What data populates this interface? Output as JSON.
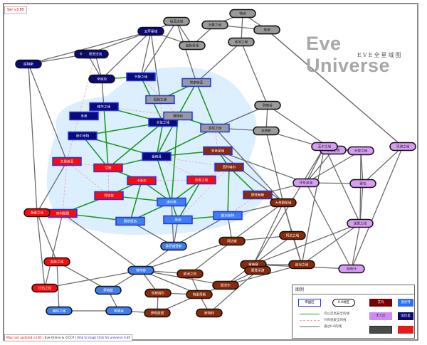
{
  "header": {
    "version_tag": "Ser v3.85",
    "title": "Eve Universe",
    "subtitle": "EVE全星域图"
  },
  "colors": {
    "highsec_area": "#dcefff",
    "navy_fill": "#0a0a78",
    "gray_fill": "#9a9a9a",
    "blue_fill": "#3f7ff0",
    "red_fill": "#ff0a0a",
    "brown_fill": "#8a2a08",
    "purple_fill": "#d89cf5",
    "empire_border": "#2233ee",
    "edge_green": "#1d9a1d",
    "edge_pink": "#f0a0a0",
    "edge_gray": "#6b6b6b"
  },
  "nodes": [
    {
      "id": "n1",
      "label": "云环星域",
      "kind": "round",
      "color": "navy"
    },
    {
      "id": "n2",
      "label": "卡尼迪星域",
      "kind": "round",
      "color": "navy"
    },
    {
      "id": "n3",
      "label": "血脉星域",
      "kind": "round",
      "color": "gray"
    },
    {
      "id": "n4",
      "label": "对舞之域",
      "kind": "round",
      "color": "gray"
    },
    {
      "id": "n5",
      "label": "钴蓝边域",
      "kind": "round",
      "color": "gray"
    },
    {
      "id": "n6",
      "label": "特纳",
      "kind": "round",
      "color": "gray"
    },
    {
      "id": "n7",
      "label": "外环",
      "kind": "round",
      "color": "gray"
    },
    {
      "id": "n8",
      "label": "绝地之域",
      "kind": "round",
      "color": "gray"
    },
    {
      "id": "n9",
      "label": "黑渊",
      "kind": "round",
      "color": "gray"
    },
    {
      "id": "n10",
      "label": "底特斯",
      "kind": "round",
      "color": "navy"
    },
    {
      "id": "n11",
      "label": "邪恶湾流",
      "kind": "round",
      "color": "navy"
    },
    {
      "id": "n12",
      "label": "辛迪加",
      "kind": "round",
      "color": "navy"
    },
    {
      "id": "n13",
      "label": "宁静之域",
      "kind": "rect",
      "color": "navy"
    },
    {
      "id": "n14",
      "label": "孤独之域",
      "kind": "rect",
      "color": "gray"
    },
    {
      "id": "n15",
      "label": "埃索特亚",
      "kind": "rect",
      "color": "gray"
    },
    {
      "id": "n16",
      "label": "精华之域",
      "kind": "rect",
      "color": "navy"
    },
    {
      "id": "n17",
      "label": "长征之域",
      "kind": "rect",
      "color": "navy"
    },
    {
      "id": "n18",
      "label": "维格纳",
      "kind": "rect",
      "color": "gray"
    },
    {
      "id": "n19",
      "label": "皮尔米特",
      "kind": "rect",
      "color": "navy"
    },
    {
      "id": "n20",
      "label": "多美",
      "kind": "rect",
      "color": "navy"
    },
    {
      "id": "n21",
      "label": "金纳泽",
      "kind": "rect",
      "color": "navy"
    },
    {
      "id": "n22",
      "label": "源泉之域",
      "kind": "rect",
      "color": "gray"
    },
    {
      "id": "n23",
      "label": "静寂谷",
      "kind": "round",
      "color": "gray"
    },
    {
      "id": "n24",
      "label": "非塔布",
      "kind": "round",
      "color": "gray"
    },
    {
      "id": "n25",
      "label": "艾里迪亚",
      "kind": "rect",
      "color": "red"
    },
    {
      "id": "n26",
      "label": "艾默",
      "kind": "rect",
      "color": "red"
    },
    {
      "id": "n27",
      "label": "卡多尔",
      "kind": "rect",
      "color": "red"
    },
    {
      "id": "n28",
      "label": "柯埃佐",
      "kind": "rect",
      "color": "red"
    },
    {
      "id": "n29",
      "label": "逝者之域",
      "kind": "rect",
      "color": "red"
    },
    {
      "id": "n30",
      "label": "多美星域",
      "kind": "rect",
      "color": "brown"
    },
    {
      "id": "n31",
      "label": "西玛特尔",
      "kind": "rect",
      "color": "brown"
    },
    {
      "id": "n32",
      "label": "摩登赫斯",
      "kind": "rect",
      "color": "brown"
    },
    {
      "id": "n33",
      "label": "索利图德",
      "kind": "rect",
      "color": "red"
    },
    {
      "id": "n34",
      "label": "维尔弗",
      "kind": "rect",
      "color": "blue"
    },
    {
      "id": "n35",
      "label": "黑渊",
      "kind": "rect",
      "color": "blue"
    },
    {
      "id": "n36",
      "label": "赛塔德洛",
      "kind": "rect",
      "color": "blue"
    },
    {
      "id": "n37",
      "label": "欧米斯特",
      "kind": "rect",
      "color": "blue"
    },
    {
      "id": "n38",
      "label": "逝者之域",
      "kind": "round",
      "color": "red"
    },
    {
      "id": "n39",
      "label": "血脉之域",
      "kind": "round",
      "color": "red"
    },
    {
      "id": "n40",
      "label": "灼热之径",
      "kind": "round",
      "color": "red"
    },
    {
      "id": "n41",
      "label": "普罗维登斯",
      "kind": "round",
      "color": "blue"
    },
    {
      "id": "n42",
      "label": "特布特",
      "kind": "round",
      "color": "blue"
    },
    {
      "id": "n43",
      "label": "伊梅瑟",
      "kind": "round",
      "color": "blue"
    },
    {
      "id": "n44",
      "label": "幽暗之域",
      "kind": "round",
      "color": "blue"
    },
    {
      "id": "n45",
      "label": "佩里金",
      "kind": "round",
      "color": "blue"
    },
    {
      "id": "n46",
      "label": "大荒野星域",
      "kind": "round",
      "color": "brown"
    },
    {
      "id": "n47",
      "label": "柯达之域",
      "kind": "round",
      "color": "brown"
    },
    {
      "id": "n48",
      "label": "阿达斯",
      "kind": "round",
      "color": "brown"
    },
    {
      "id": "n49",
      "label": "欧洲之伤",
      "kind": "round",
      "color": "brown"
    },
    {
      "id": "n50",
      "label": "因斯姆尔",
      "kind": "round",
      "color": "brown"
    },
    {
      "id": "n51",
      "label": "特里蒂斯",
      "kind": "round",
      "color": "brown"
    },
    {
      "id": "n52",
      "label": "伊梅瑟盟",
      "kind": "round",
      "color": "brown"
    },
    {
      "id": "n53",
      "label": "欧米尔",
      "kind": "round",
      "color": "brown"
    },
    {
      "id": "n54",
      "label": "绝对之域",
      "kind": "round",
      "color": "brown"
    },
    {
      "id": "n55",
      "label": "雷南赛",
      "kind": "round",
      "color": "brown"
    },
    {
      "id": "n56",
      "label": "斯特林",
      "kind": "round",
      "color": "brown"
    },
    {
      "id": "n57",
      "label": "摩登深渊",
      "kind": "round",
      "color": "brown"
    },
    {
      "id": "n58",
      "label": "卓越之域",
      "kind": "round",
      "color": "purple"
    },
    {
      "id": "n59",
      "label": "天使之域",
      "kind": "round",
      "color": "purple"
    },
    {
      "id": "n60",
      "label": "环形星域",
      "kind": "round",
      "color": "purple"
    },
    {
      "id": "n61",
      "label": "雷石",
      "kind": "round",
      "color": "purple"
    },
    {
      "id": "n62",
      "label": "瓦尔之域",
      "kind": "round",
      "color": "purple"
    },
    {
      "id": "n63",
      "label": "迷雾之域",
      "kind": "round",
      "color": "purple"
    },
    {
      "id": "n64",
      "label": "特布什",
      "kind": "round",
      "color": "purple"
    },
    {
      "id": "n65",
      "label": "深渊之域",
      "kind": "round",
      "color": "purple"
    }
  ],
  "edges": [
    [
      "n10",
      "n1",
      "gray"
    ],
    [
      "n10",
      "n2",
      "gray"
    ],
    [
      "n2",
      "n1",
      "gray"
    ],
    [
      "n1",
      "n3",
      "gray"
    ],
    [
      "n1",
      "n12",
      "gray"
    ],
    [
      "n1",
      "n13",
      "gray"
    ],
    [
      "n1",
      "n14",
      "gray"
    ],
    [
      "n1",
      "n5",
      "gray"
    ],
    [
      "n3",
      "n4",
      "gray"
    ],
    [
      "n3",
      "n5",
      "gray"
    ],
    [
      "n4",
      "n6",
      "gray"
    ],
    [
      "n4",
      "n7",
      "gray"
    ],
    [
      "n6",
      "n7",
      "gray"
    ],
    [
      "n6",
      "n8",
      "gray"
    ],
    [
      "n7",
      "n9",
      "gray"
    ],
    [
      "n7",
      "n65",
      "gray"
    ],
    [
      "n5",
      "n15",
      "gray"
    ],
    [
      "n5",
      "n13",
      "gray"
    ],
    [
      "n8",
      "n15",
      "gray"
    ],
    [
      "n8",
      "n23",
      "gray"
    ],
    [
      "n2",
      "n12",
      "gray"
    ],
    [
      "n12",
      "n16",
      "gray"
    ],
    [
      "n12",
      "n11",
      "gray"
    ],
    [
      "n12",
      "n13",
      "green"
    ],
    [
      "n10",
      "n25",
      "gray"
    ],
    [
      "n10",
      "n38",
      "gray"
    ],
    [
      "n11",
      "n25",
      "pink"
    ],
    [
      "n13",
      "n17",
      "green"
    ],
    [
      "n13",
      "n18",
      "pink"
    ],
    [
      "n14",
      "n15",
      "green"
    ],
    [
      "n14",
      "n17",
      "pink"
    ],
    [
      "n15",
      "n18",
      "green"
    ],
    [
      "n15",
      "n22",
      "green"
    ],
    [
      "n16",
      "n17",
      "green"
    ],
    [
      "n16",
      "n26",
      "green"
    ],
    [
      "n16",
      "n18",
      "pink"
    ],
    [
      "n17",
      "n18",
      "green"
    ],
    [
      "n17",
      "n19",
      "green"
    ],
    [
      "n17",
      "n21",
      "green"
    ],
    [
      "n17",
      "n26",
      "green"
    ],
    [
      "n18",
      "n21",
      "green"
    ],
    [
      "n18",
      "n22",
      "green"
    ],
    [
      "n18",
      "n34",
      "green"
    ],
    [
      "n19",
      "n26",
      "green"
    ],
    [
      "n19",
      "n21",
      "green"
    ],
    [
      "n21",
      "n26",
      "green"
    ],
    [
      "n21",
      "n22",
      "green"
    ],
    [
      "n21",
      "n30",
      "green"
    ],
    [
      "n21",
      "n29",
      "pink"
    ],
    [
      "n21",
      "n31",
      "pink"
    ],
    [
      "n21",
      "n34",
      "green"
    ],
    [
      "n22",
      "n23",
      "gray"
    ],
    [
      "n22",
      "n24",
      "gray"
    ],
    [
      "n22",
      "n30",
      "pink"
    ],
    [
      "n22",
      "n46",
      "gray"
    ],
    [
      "n23",
      "n24",
      "gray"
    ],
    [
      "n23",
      "n58",
      "gray"
    ],
    [
      "n24",
      "n46",
      "gray"
    ],
    [
      "n24",
      "n58",
      "gray"
    ],
    [
      "n25",
      "n26",
      "pink"
    ],
    [
      "n25",
      "n28",
      "pink"
    ],
    [
      "n25",
      "n33",
      "pink"
    ],
    [
      "n25",
      "n38",
      "gray"
    ],
    [
      "n26",
      "n27",
      "green"
    ],
    [
      "n26",
      "n28",
      "pink"
    ],
    [
      "n27",
      "n28",
      "green"
    ],
    [
      "n27",
      "n34",
      "green"
    ],
    [
      "n27",
      "n36",
      "green"
    ],
    [
      "n27",
      "n29",
      "pink"
    ],
    [
      "n28",
      "n34",
      "green"
    ],
    [
      "n28",
      "n33",
      "green"
    ],
    [
      "n29",
      "n34",
      "green"
    ],
    [
      "n29",
      "n35",
      "green"
    ],
    [
      "n29",
      "n31",
      "pink"
    ],
    [
      "n30",
      "n31",
      "green"
    ],
    [
      "n30",
      "n46",
      "gray"
    ],
    [
      "n30",
      "n60",
      "gray"
    ],
    [
      "n31",
      "n32",
      "green"
    ],
    [
      "n31",
      "n37",
      "green"
    ],
    [
      "n31",
      "n35",
      "pink"
    ],
    [
      "n32",
      "n46",
      "gray"
    ],
    [
      "n32",
      "n60",
      "gray"
    ],
    [
      "n32",
      "n37",
      "pink"
    ],
    [
      "n33",
      "n36",
      "green"
    ],
    [
      "n33",
      "n40",
      "gray"
    ],
    [
      "n33",
      "n42",
      "gray"
    ],
    [
      "n34",
      "n35",
      "green"
    ],
    [
      "n34",
      "n36",
      "green"
    ],
    [
      "n34",
      "n41",
      "gray"
    ],
    [
      "n35",
      "n37",
      "green"
    ],
    [
      "n35",
      "n41",
      "gray"
    ],
    [
      "n36",
      "n41",
      "gray"
    ],
    [
      "n37",
      "n41",
      "gray"
    ],
    [
      "n37",
      "n46",
      "gray"
    ],
    [
      "n37",
      "n48",
      "gray"
    ],
    [
      "n38",
      "n40",
      "gray"
    ],
    [
      "n38",
      "n39",
      "gray"
    ],
    [
      "n39",
      "n44",
      "gray"
    ],
    [
      "n39",
      "n43",
      "gray"
    ],
    [
      "n40",
      "n42",
      "gray"
    ],
    [
      "n41",
      "n42",
      "gray"
    ],
    [
      "n42",
      "n43",
      "gray"
    ],
    [
      "n42",
      "n49",
      "gray"
    ],
    [
      "n42",
      "n51",
      "gray"
    ],
    [
      "n42",
      "n50",
      "gray"
    ],
    [
      "n42",
      "n48",
      "gray"
    ],
    [
      "n42",
      "n53",
      "gray"
    ],
    [
      "n43",
      "n45",
      "gray"
    ],
    [
      "n44",
      "n45",
      "gray"
    ],
    [
      "n45",
      "n52",
      "gray"
    ],
    [
      "n46",
      "n47",
      "gray"
    ],
    [
      "n46",
      "n54",
      "gray"
    ],
    [
      "n46",
      "n55",
      "gray"
    ],
    [
      "n46",
      "n48",
      "gray"
    ],
    [
      "n47",
      "n48",
      "gray"
    ],
    [
      "n47",
      "n53",
      "gray"
    ],
    [
      "n47",
      "n54",
      "gray"
    ],
    [
      "n48",
      "n49",
      "gray"
    ],
    [
      "n49",
      "n51",
      "gray"
    ],
    [
      "n50",
      "n51",
      "gray"
    ],
    [
      "n50",
      "n52",
      "gray"
    ],
    [
      "n51",
      "n52",
      "gray"
    ],
    [
      "n51",
      "n56",
      "gray"
    ],
    [
      "n51",
      "n53",
      "gray"
    ],
    [
      "n53",
      "n54",
      "gray"
    ],
    [
      "n53",
      "n57",
      "gray"
    ],
    [
      "n54",
      "n55",
      "gray"
    ],
    [
      "n54",
      "n62",
      "gray"
    ],
    [
      "n54",
      "n63",
      "gray"
    ],
    [
      "n55",
      "n63",
      "gray"
    ],
    [
      "n55",
      "n64",
      "gray"
    ],
    [
      "n56",
      "n57",
      "gray"
    ],
    [
      "n58",
      "n59",
      "gray"
    ],
    [
      "n58",
      "n60",
      "gray"
    ],
    [
      "n59",
      "n60",
      "gray"
    ],
    [
      "n59",
      "n61",
      "gray"
    ],
    [
      "n59",
      "n62",
      "gray"
    ],
    [
      "n59",
      "n63",
      "gray"
    ],
    [
      "n60",
      "n61",
      "gray"
    ],
    [
      "n60",
      "n62",
      "gray"
    ],
    [
      "n60",
      "n64",
      "gray"
    ],
    [
      "n61",
      "n65",
      "gray"
    ],
    [
      "n61",
      "n63",
      "gray"
    ],
    [
      "n62",
      "n63",
      "gray"
    ],
    [
      "n62",
      "n55",
      "gray"
    ],
    [
      "n63",
      "n64",
      "gray"
    ],
    [
      "n64",
      "n65",
      "gray"
    ],
    [
      "n65",
      "n9",
      "gray"
    ]
  ],
  "legend": {
    "title": "图例",
    "empire_node": "帝国区",
    "zero_node": "0.0地区",
    "line_green": "可以走高安全的线",
    "line_pink": "只有低安全的线",
    "line_gray": "通过0.0的线",
    "swatches": [
      {
        "label": "艾玛",
        "color": "#7a0000",
        "text_color": "#fff"
      },
      {
        "label": "盖伦特",
        "color": "#2f6ff2",
        "text_color": "#fff"
      },
      {
        "label": "无人区",
        "color": "#cf8af5",
        "text_color": "#333"
      },
      {
        "label": "加达里",
        "color": "#0a0a6e",
        "text_color": "#fff"
      },
      {
        "label": "",
        "color": "#4a4a4a",
        "text_color": "#fff"
      },
      {
        "label": "",
        "color": "#e51b1b",
        "text_color": "#fff"
      }
    ]
  },
  "footer": {
    "part1": "Map last updated v3.85",
    "part2": " | Eve-Online & ©CCP | ",
    "part3": "[link to map]",
    "part4": " Click for universe 3.85"
  }
}
